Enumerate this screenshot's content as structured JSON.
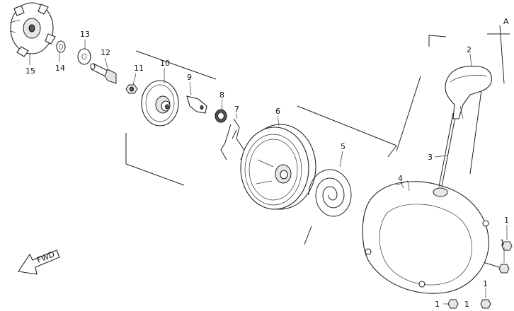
{
  "callouts": [
    {
      "id": "c15",
      "text": "15"
    },
    {
      "id": "c14",
      "text": "14"
    },
    {
      "id": "c13",
      "text": "13"
    },
    {
      "id": "c12",
      "text": "12"
    },
    {
      "id": "c11",
      "text": "11"
    },
    {
      "id": "c10",
      "text": "10"
    },
    {
      "id": "c9",
      "text": "9"
    },
    {
      "id": "c8",
      "text": "8"
    },
    {
      "id": "c7",
      "text": "7"
    },
    {
      "id": "c6",
      "text": "6"
    },
    {
      "id": "c5",
      "text": "5"
    },
    {
      "id": "c4",
      "text": "4"
    },
    {
      "id": "c3",
      "text": "3"
    },
    {
      "id": "c2",
      "text": "2"
    },
    {
      "id": "c1a",
      "text": "1"
    },
    {
      "id": "c1b",
      "text": "1"
    },
    {
      "id": "c1c",
      "text": "1"
    },
    {
      "id": "c1d",
      "text": "1"
    },
    {
      "id": "c1e",
      "text": "1"
    }
  ],
  "view_marker": "A",
  "direction_badge": "FWD"
}
